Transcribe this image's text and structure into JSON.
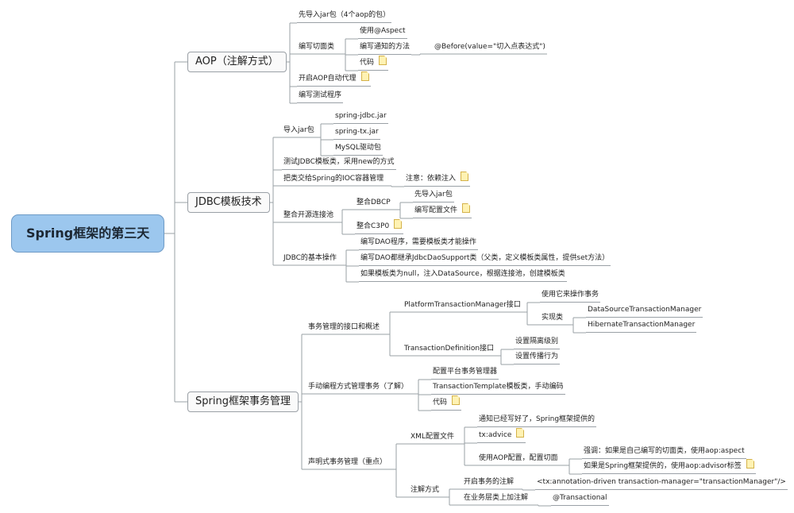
{
  "root": "Spring框架的第三天",
  "aop": {
    "title": "AOP（注解方式）",
    "import_jars": "先导入jar包（4个aop的包）",
    "write_aspect": "编写切面类",
    "use_aspect": "使用@Aspect",
    "write_advice_method": "编写通知的方法",
    "before_expr": "@Before(value=\"切入点表达式\")",
    "code": "代码",
    "enable_autoproxy": "开启AOP自动代理",
    "write_test": "编写测试程序"
  },
  "jdbc": {
    "title": "JDBC模板技术",
    "import_jars": "导入jar包",
    "jar_jdbc": "spring-jdbc.jar",
    "jar_tx": "spring-tx.jar",
    "jar_mysql": "MySQL驱动包",
    "test_new": "测试JDBC模板类，采用new的方式",
    "ioc": "把类交给Spring的IOC容器管理",
    "ioc_note": "注意：依赖注入",
    "pool": "整合开源连接池",
    "dbcp": "整合DBCP",
    "dbcp_import": "先导入jar包",
    "dbcp_config": "编写配置文件",
    "c3p0": "整合C3P0",
    "basic": "JDBC的基本操作",
    "dao_need": "编写DAO程序，需要模板类才能操作",
    "dao_extend": "编写DAO都继承JdbcDaoSupport类（父类，定义模板类属性，提供set方法）",
    "dao_null": "如果模板类为null，注入DataSource，根据连接池，创建模板类"
  },
  "tx": {
    "title": "Spring框架事务管理",
    "interfaces": "事务管理的接口和概述",
    "ptm": "PlatformTransactionManager接口",
    "ptm_use": "使用它来操作事务",
    "impl": "实现类",
    "impl_ds": "DataSourceTransactionManager",
    "impl_hib": "HibernateTransactionManager",
    "tdef": "TransactionDefinition接口",
    "isolation": "设置隔离级别",
    "propagation": "设置传播行为",
    "manual": "手动编程方式管理事务（了解）",
    "config_manager": "配置平台事务管理器",
    "template": "TransactionTemplate模板类，手动编码",
    "code": "代码",
    "declarative": "声明式事务管理（重点）",
    "xml": "XML配置文件",
    "advice_written": "通知已经写好了，Spring框架提供的",
    "txadvice": "tx:advice",
    "aop_config": "使用AOP配置，配置切面",
    "emphasis_aspect": "强调：如果是自己编写的切面类，使用aop:aspect",
    "emphasis_advisor": "如果是Spring框架提供的，使用aop:advisor标签",
    "annotation": "注解方式",
    "enable_annotation": "开启事务的注解",
    "annotation_driven": "<tx:annotation-driven transaction-manager=\"transactionManager\"/>",
    "add_annotation": "在业务层类上加注解",
    "transactional": "@Transactional"
  },
  "colors": {
    "root_fill": "#9cc7ee",
    "line": "#9aa0a6",
    "note": "#fff2b3"
  }
}
